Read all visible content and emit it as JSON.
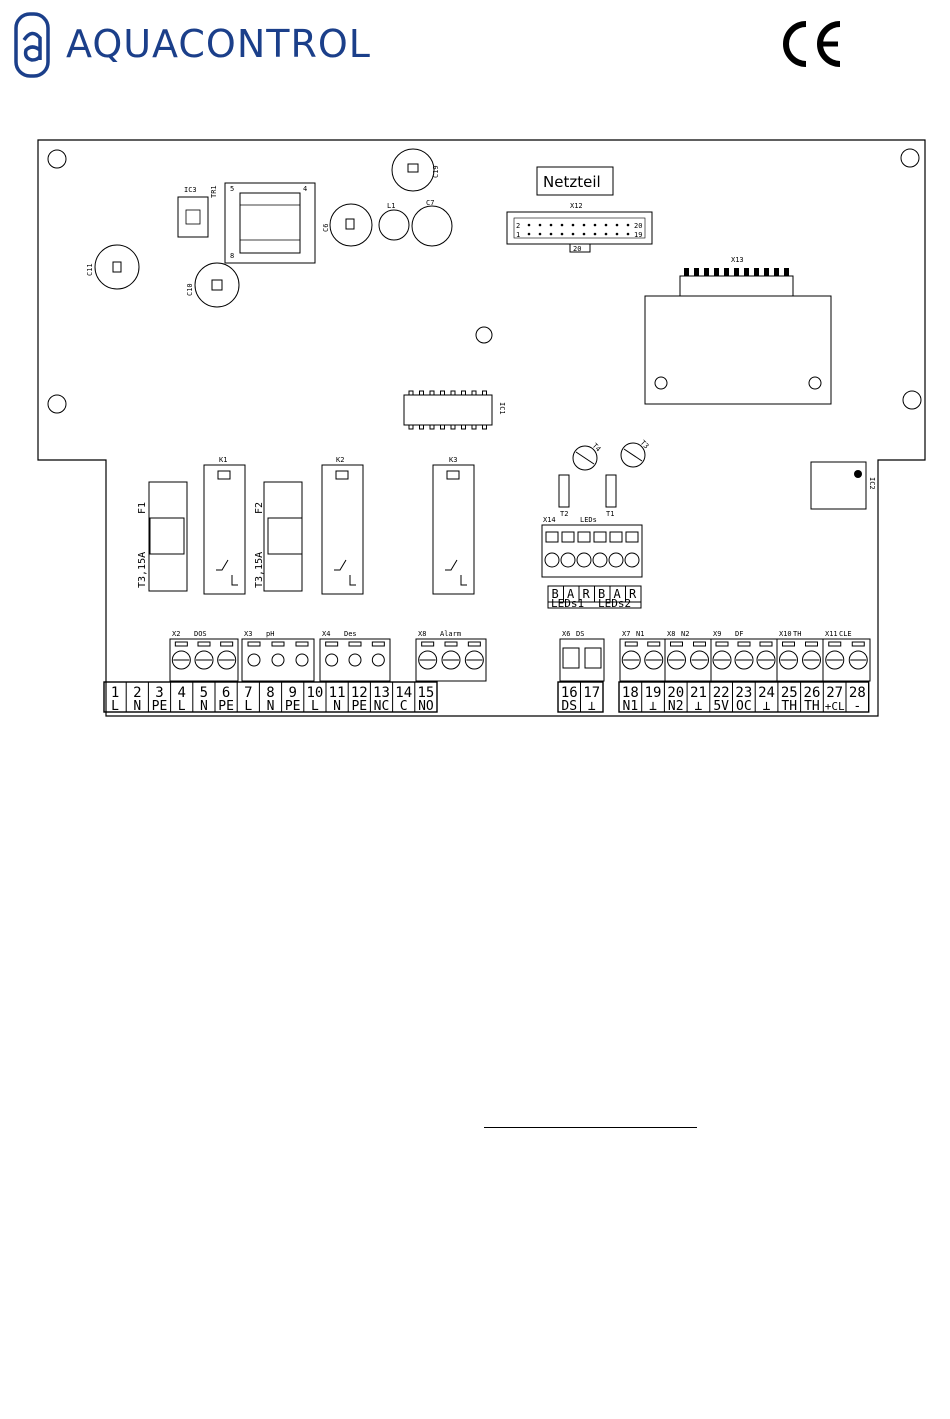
{
  "header": {
    "brand": "AQUACONTROL",
    "ce_mark": "CE",
    "brand_color": "#1b3f8a"
  },
  "board": {
    "section_label": "Netzteil",
    "components": {
      "ic3": "IC3",
      "tr1": "TR1",
      "c19": "C19",
      "c6": "C6",
      "l1": "L1",
      "c7": "C7",
      "c11": "C11",
      "c10": "C10",
      "x12": "X12",
      "x13": "X13",
      "ic1": "IC1",
      "ic2": "IC2",
      "k1": "K1",
      "k2": "K2",
      "k3": "K3",
      "f1": "F1",
      "f2": "F2",
      "f1_rating": "T3,15A",
      "f2_rating": "T3,15A",
      "t1": "T1",
      "t2": "T2",
      "t3": "T3",
      "t4": "T4",
      "x14": "X14",
      "leds": "LEDs",
      "x12_pins": [
        "2",
        "1",
        "20",
        "19",
        "20"
      ],
      "tr1_pins": [
        "5",
        "4",
        "8"
      ]
    },
    "led_strip": {
      "letters": [
        "B",
        "A",
        "R",
        "B",
        "A",
        "R"
      ],
      "groups": [
        "LEDs1",
        "LEDs2"
      ]
    },
    "connectors": [
      {
        "id": "X2",
        "name": "DOS"
      },
      {
        "id": "X3",
        "name": "pH"
      },
      {
        "id": "X4",
        "name": "Des"
      },
      {
        "id": "X8",
        "name": "Alarm"
      },
      {
        "id": "X6",
        "name": "DS"
      },
      {
        "id": "X7",
        "name": "N1"
      },
      {
        "id": "X8",
        "name": "N2"
      },
      {
        "id": "X9",
        "name": "DF"
      },
      {
        "id": "X10",
        "name": "TH"
      },
      {
        "id": "X11",
        "name": "CLE"
      }
    ],
    "terminals": [
      {
        "num": "1",
        "sig": "L"
      },
      {
        "num": "2",
        "sig": "N"
      },
      {
        "num": "3",
        "sig": "PE"
      },
      {
        "num": "4",
        "sig": "L"
      },
      {
        "num": "5",
        "sig": "N"
      },
      {
        "num": "6",
        "sig": "PE"
      },
      {
        "num": "7",
        "sig": "L"
      },
      {
        "num": "8",
        "sig": "N"
      },
      {
        "num": "9",
        "sig": "PE"
      },
      {
        "num": "10",
        "sig": "L"
      },
      {
        "num": "11",
        "sig": "N"
      },
      {
        "num": "12",
        "sig": "PE"
      },
      {
        "num": "13",
        "sig": "NC"
      },
      {
        "num": "14",
        "sig": "C"
      },
      {
        "num": "15",
        "sig": "NO"
      },
      {
        "num": "16",
        "sig": "DS"
      },
      {
        "num": "17",
        "sig": "⊥"
      },
      {
        "num": "18",
        "sig": "N1"
      },
      {
        "num": "19",
        "sig": "⊥"
      },
      {
        "num": "20",
        "sig": "N2"
      },
      {
        "num": "21",
        "sig": "⊥"
      },
      {
        "num": "22",
        "sig": "5V"
      },
      {
        "num": "23",
        "sig": "OC"
      },
      {
        "num": "24",
        "sig": "⊥"
      },
      {
        "num": "25",
        "sig": "TH"
      },
      {
        "num": "26",
        "sig": "TH"
      },
      {
        "num": "27",
        "sig": "+CL"
      },
      {
        "num": "28",
        "sig": "-"
      }
    ]
  }
}
